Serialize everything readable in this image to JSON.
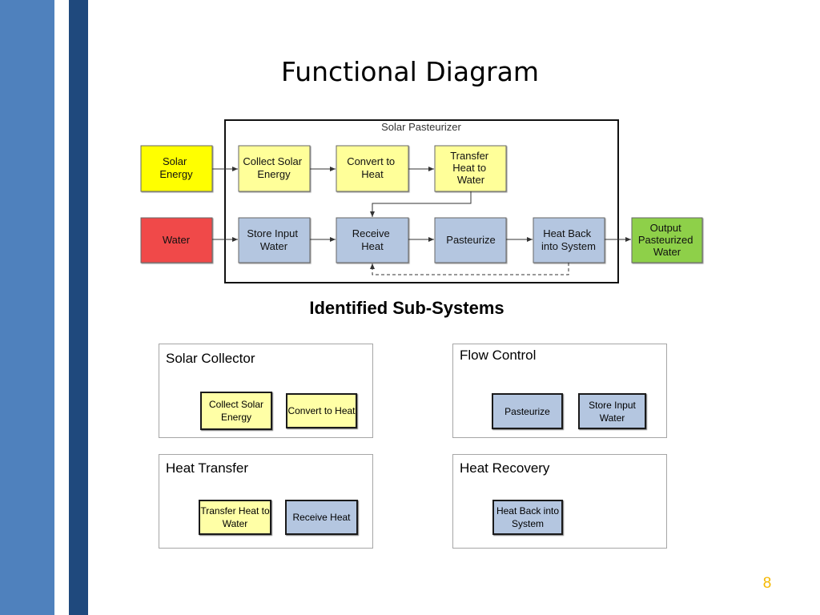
{
  "slide": {
    "title": "Functional Diagram",
    "page_number": "8"
  },
  "colors": {
    "band_light": "#4f81bd",
    "band_dark": "#1f497d",
    "yellow": "#ffff00",
    "yellow_fill": "#ffff99",
    "blue_fill": "#b4c6e0",
    "red": "#f04848",
    "green": "#8ed04a",
    "page_number": "#f5b800"
  },
  "diagram": {
    "container_label": "Solar Pasteurizer",
    "inputs": {
      "solar": [
        "Solar",
        "Energy"
      ],
      "water": [
        "Water"
      ]
    },
    "output": [
      "Output",
      "Pasteurized",
      "Water"
    ],
    "top_row": {
      "collect": [
        "Collect Solar",
        "Energy"
      ],
      "convert": [
        "Convert to",
        "Heat"
      ],
      "transfer": [
        "Transfer",
        "Heat to",
        "Water"
      ]
    },
    "bottom_row": {
      "store": [
        "Store Input",
        "Water"
      ],
      "receive": [
        "Receive",
        "Heat"
      ],
      "pasteurize": [
        "Pasteurize"
      ],
      "heat_back": [
        "Heat Back",
        "into System"
      ]
    }
  },
  "subsystems": {
    "heading": "Identified Sub-Systems",
    "solar_collector": {
      "title": "Solar Collector",
      "items": [
        "Collect Solar Energy",
        "Convert to Heat"
      ]
    },
    "flow_control": {
      "title": "Flow Control",
      "items": [
        "Pasteurize",
        "Store Input Water"
      ]
    },
    "heat_transfer": {
      "title": "Heat Transfer",
      "items": [
        "Transfer Heat to Water",
        "Receive Heat"
      ]
    },
    "heat_recovery": {
      "title": "Heat Recovery",
      "items": [
        "Heat Back into System"
      ]
    }
  }
}
